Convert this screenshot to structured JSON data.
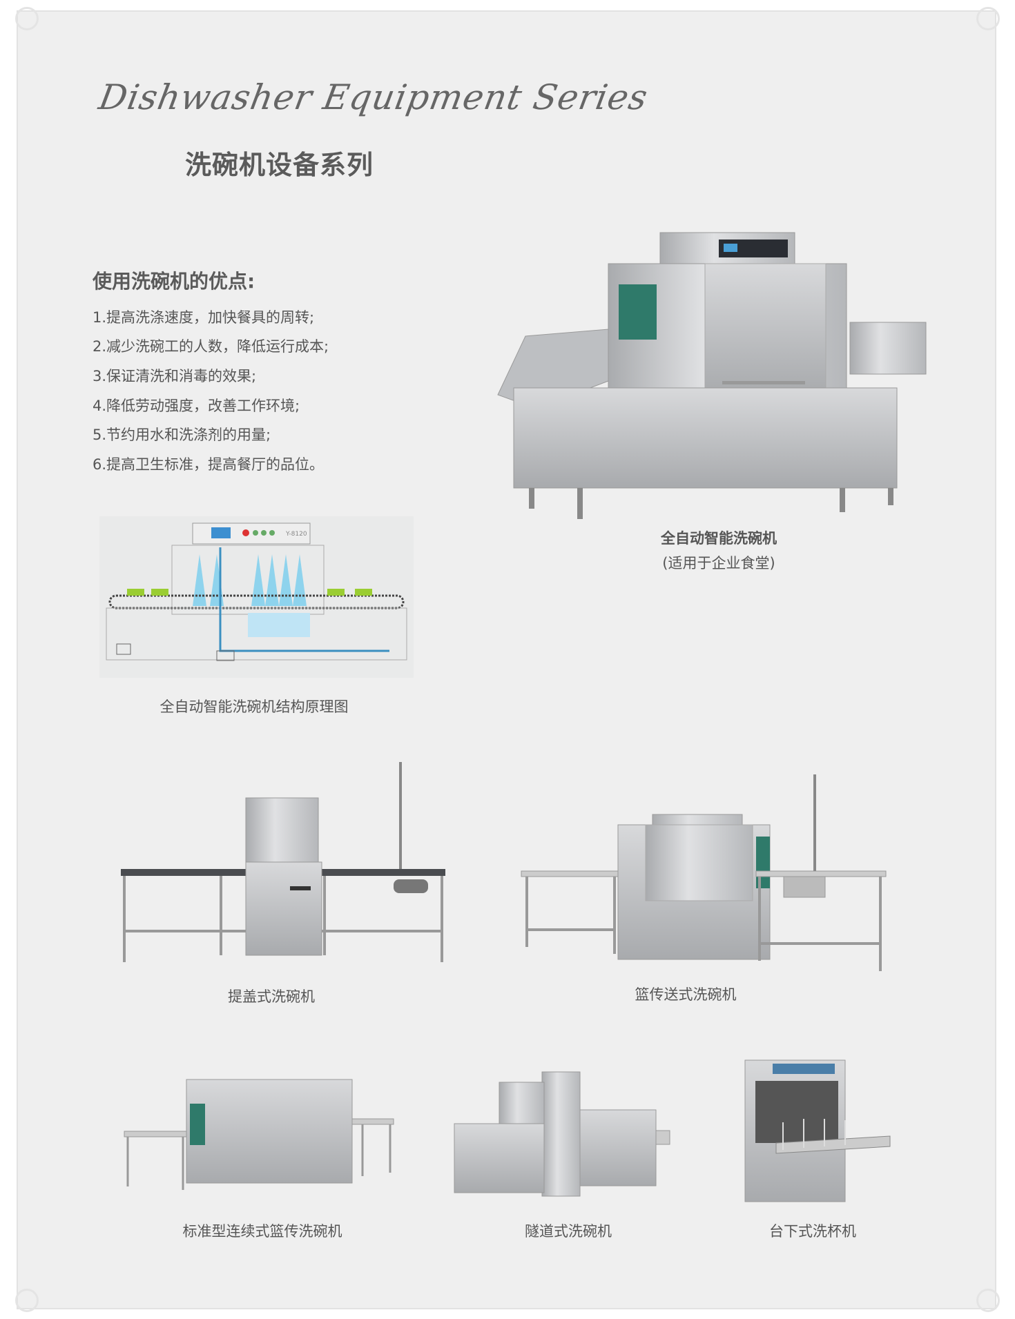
{
  "header": {
    "script_title": "Dishwasher Equipment Series",
    "title": "洗碗机设备系列"
  },
  "advantages": {
    "heading": "使用洗碗机的优点:",
    "items": [
      "1.提高洗涤速度，加快餐具的周转;",
      "2.减少洗碗工的人数，降低运行成本;",
      "3.保证清洗和消毒的效果;",
      "4.降低劳动强度，改善工作环境;",
      "5.节约用水和洗涤剂的用量;",
      "6.提高卫生标准，提高餐厅的品位。"
    ]
  },
  "featured": {
    "name": "全自动智能洗碗机",
    "note": "(适用于企业食堂)"
  },
  "diagram": {
    "caption": "全自动智能洗碗机结构原理图",
    "panel_label": "Y-8120"
  },
  "products": [
    {
      "name": "提盖式洗碗机"
    },
    {
      "name": "篮传送式洗碗机"
    },
    {
      "name": "标准型连续式篮传洗碗机"
    },
    {
      "name": "隧道式洗碗机"
    },
    {
      "name": "台下式洗杯机"
    }
  ],
  "colors": {
    "background": "#efefef",
    "text": "#555555",
    "steel": "#c8c9cb",
    "water": "#7fd0ee",
    "plates": "#9acd32"
  }
}
